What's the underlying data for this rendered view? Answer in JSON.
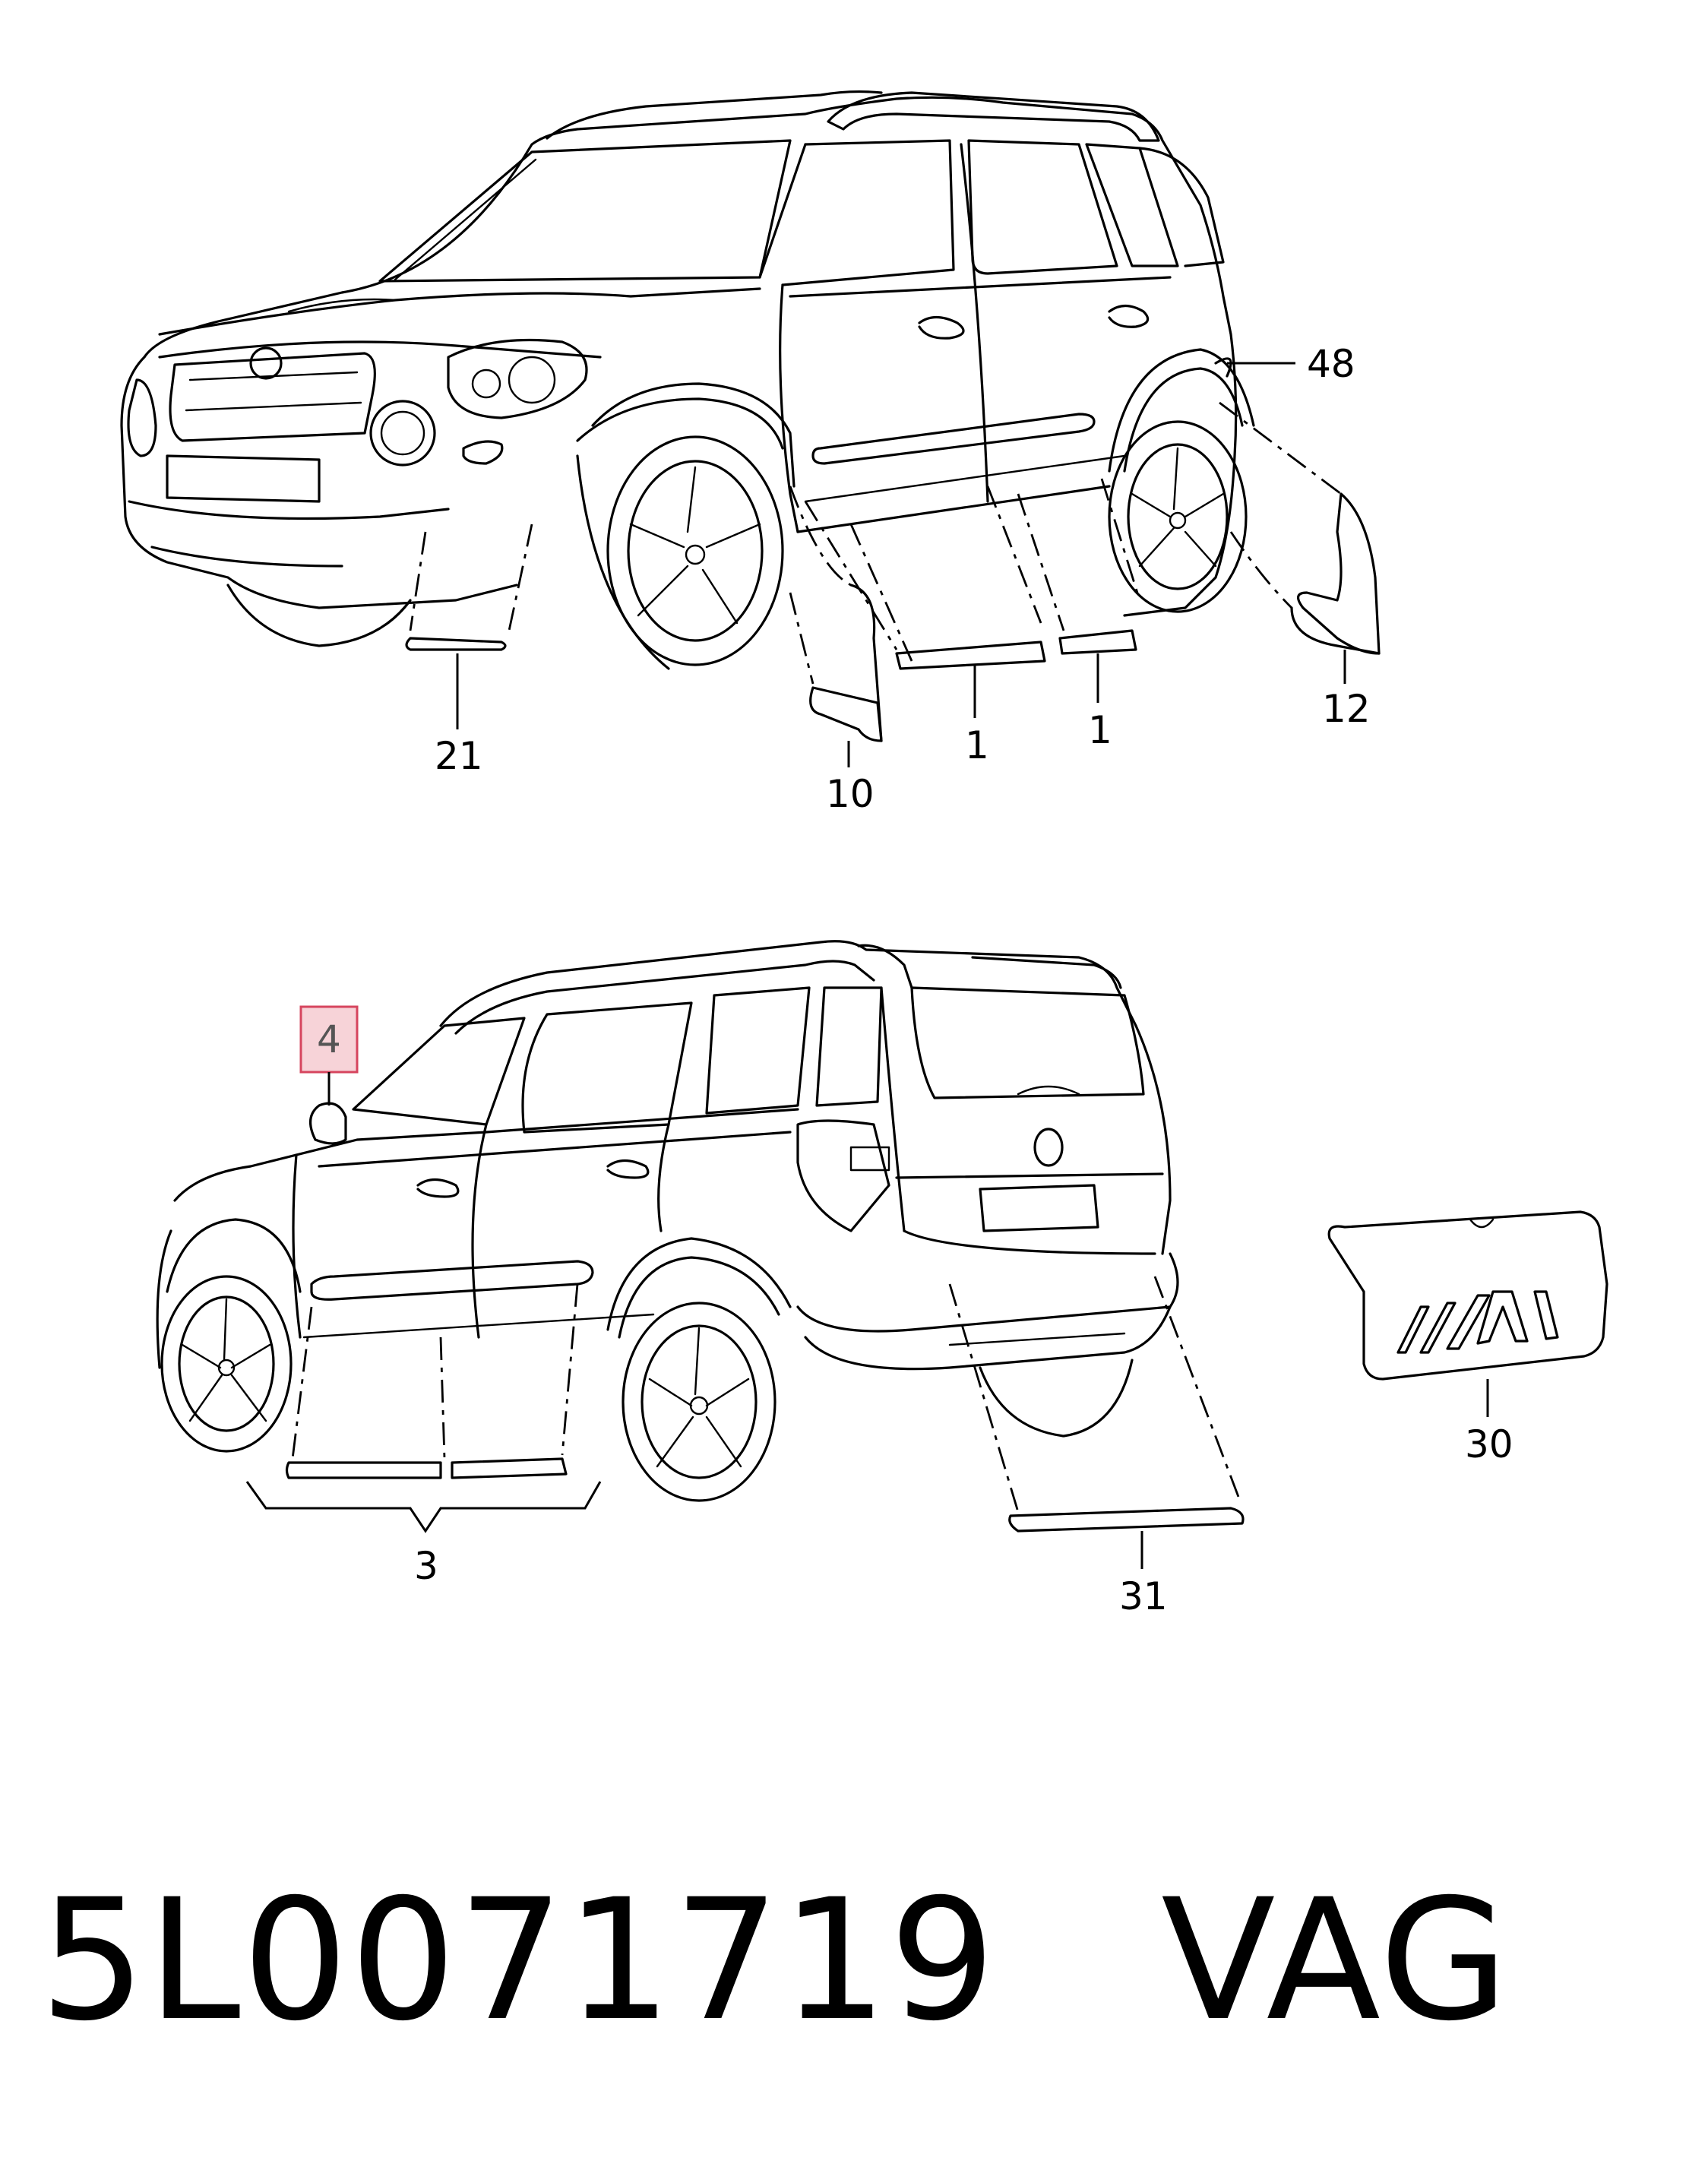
{
  "callouts": {
    "c48": "48",
    "c21": "21",
    "c10": "10",
    "c1a": "1",
    "c1b": "1",
    "c12": "12",
    "c4": "4",
    "c3": "3",
    "c30": "30",
    "c31": "31"
  },
  "highlighted_callout": "4",
  "footer": {
    "part_number": "5L0071719",
    "brand": "VAG"
  },
  "colors": {
    "highlight_fill": "#f7d3d8",
    "highlight_stroke": "#d6455e"
  }
}
